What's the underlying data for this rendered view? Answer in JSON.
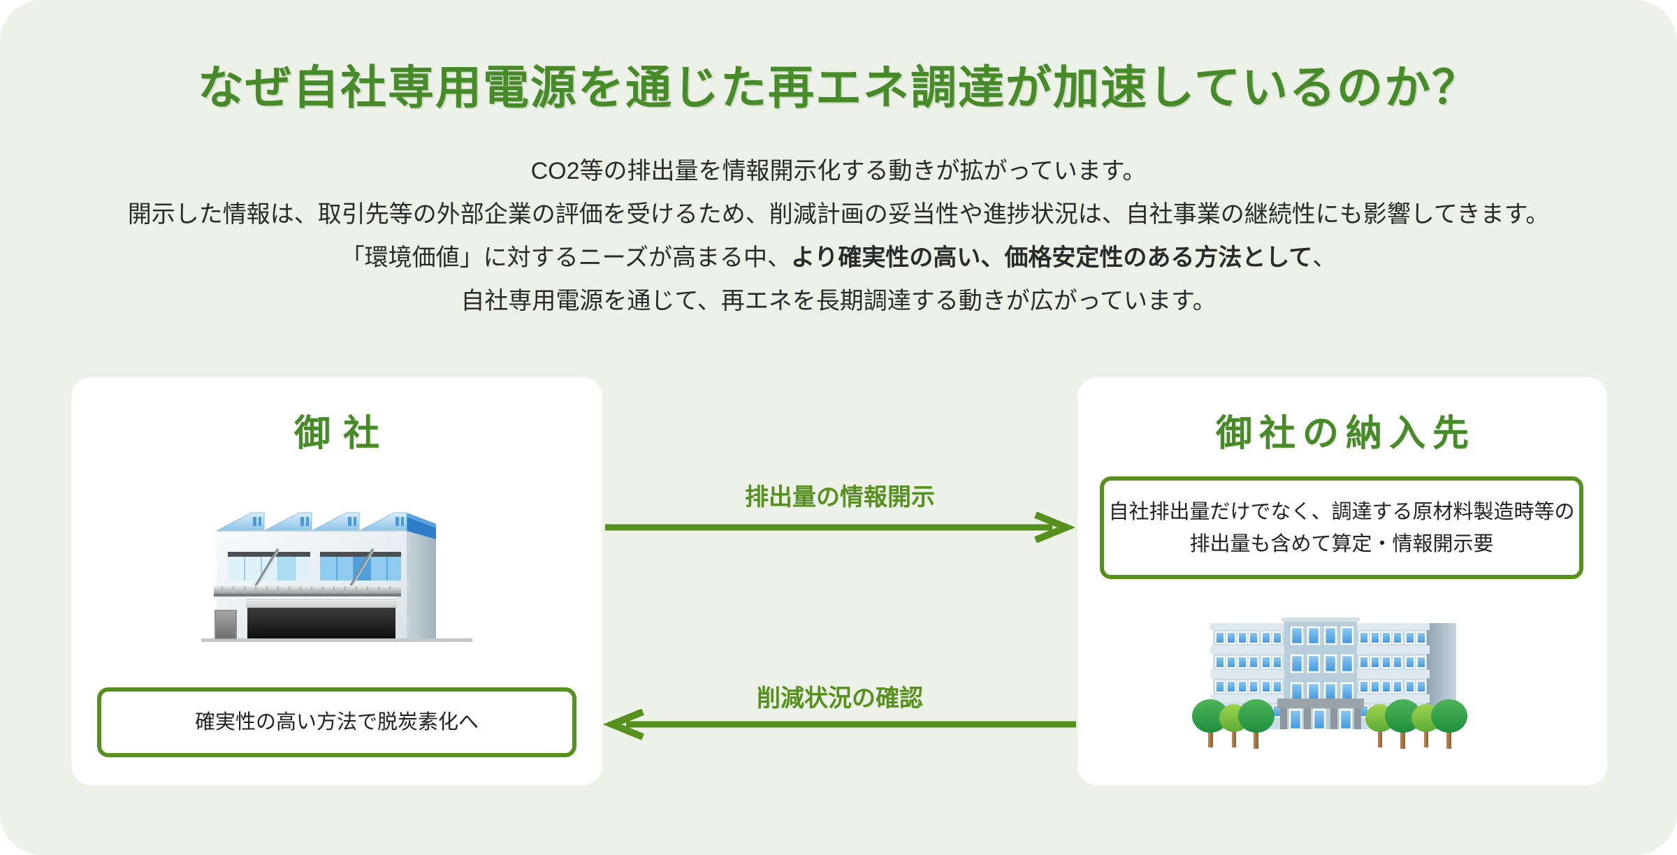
{
  "page": {
    "title": "なぜ自社専用電源を通じた再エネ調達が加速しているのか？",
    "intro": {
      "line1": "CO2等の排出量を情報開示化する動きが拡がっています。",
      "line2": "開示した情報は、取引先等の外部企業の評価を受けるため、削減計画の妥当性や進捗状況は、自社事業の継続性にも影響してきます。",
      "line3_prefix": "「環境価値」に対するニーズが高まる中、",
      "line3_bold": "より確実性の高い、価格安定性のある方法として",
      "line3_suffix": "、",
      "line4": "自社専用電源を通じて、再エネを長期調達する動きが広がっています。"
    }
  },
  "left_card": {
    "title": "御社",
    "illustration": "factory-illustration",
    "note": "確実性の高い方法で脱炭素化へ"
  },
  "right_card": {
    "title": "御社の納入先",
    "illustration": "office-building-illustration",
    "note_line1": "自社排出量だけでなく、調達する原材料製造時等の",
    "note_line2": "排出量も含めて算定・情報開示要"
  },
  "arrows": {
    "top_label": "排出量の情報開示",
    "top_direction": "left-card-to-right-card",
    "bottom_label": "削減状況の確認",
    "bottom_direction": "right-card-to-left-card"
  },
  "colors": {
    "background": "#edf2e8",
    "card_background": "#ffffff",
    "title_green": "#478a28",
    "accent_green": "#55911c",
    "body_text": "#2a2a2a"
  }
}
